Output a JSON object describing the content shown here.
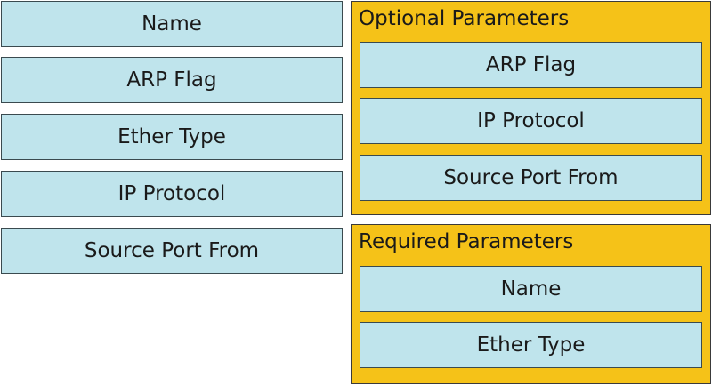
{
  "source_items": [
    {
      "label": "Name"
    },
    {
      "label": "ARP Flag"
    },
    {
      "label": "Ether Type"
    },
    {
      "label": "IP Protocol"
    },
    {
      "label": "Source Port From"
    }
  ],
  "optional_panel": {
    "title": "Optional Parameters",
    "items": [
      {
        "label": "ARP Flag"
      },
      {
        "label": "IP Protocol"
      },
      {
        "label": "Source Port From"
      }
    ]
  },
  "required_panel": {
    "title": "Required Parameters",
    "items": [
      {
        "label": "Name"
      },
      {
        "label": "Ether Type"
      }
    ]
  },
  "colors": {
    "tile_fill": "#bfe4ec",
    "panel_fill": "#f5c218",
    "border": "#3a4a4f"
  }
}
